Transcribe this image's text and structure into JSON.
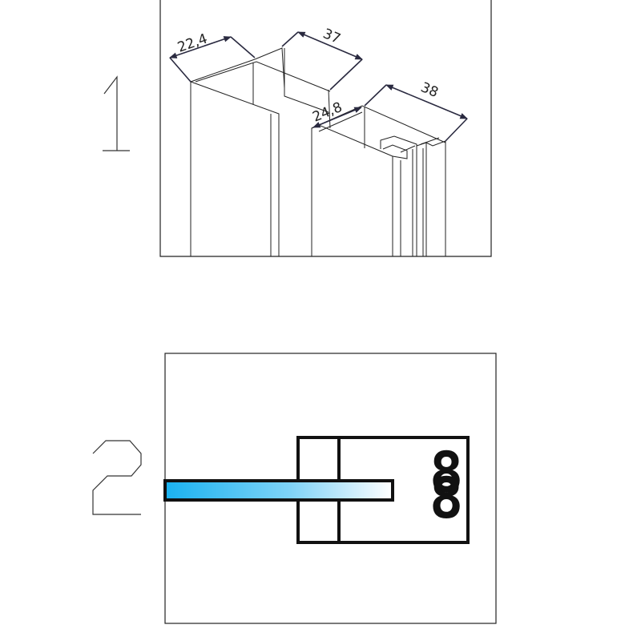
{
  "figure_1": {
    "step_number": "1",
    "dimensions": {
      "left_width": "22,4",
      "left_depth": "37",
      "right_width": "24,8",
      "right_depth": "38"
    }
  },
  "figure_2": {
    "step_number": "2",
    "thickness_label": "8",
    "glass_color": "#1ab2f0"
  }
}
